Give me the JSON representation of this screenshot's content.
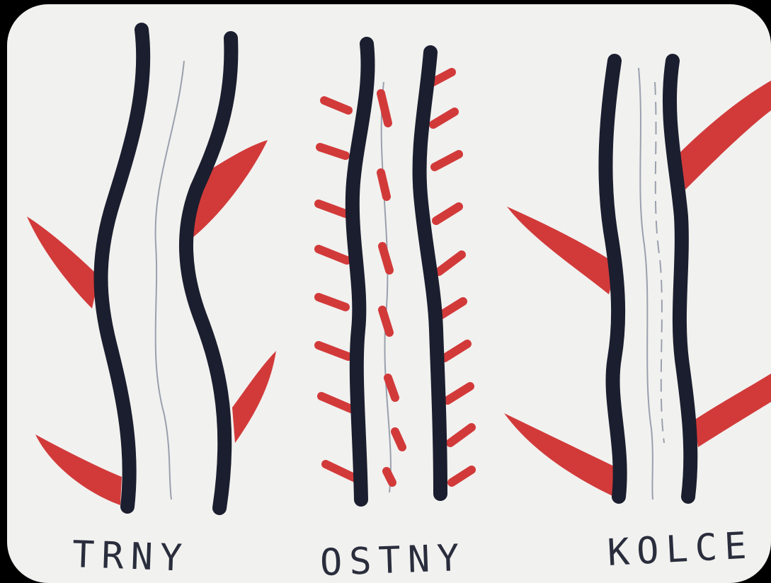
{
  "labels": {
    "trny": "TRNY",
    "ostny": "OSTNY",
    "kolce": "KOLCE"
  },
  "colors": {
    "background": "#000000",
    "paper": "#f1f1ef",
    "ink_dark": "#1b1e2e",
    "ink_red": "#d23a3a",
    "pencil": "#9aa0ad"
  }
}
